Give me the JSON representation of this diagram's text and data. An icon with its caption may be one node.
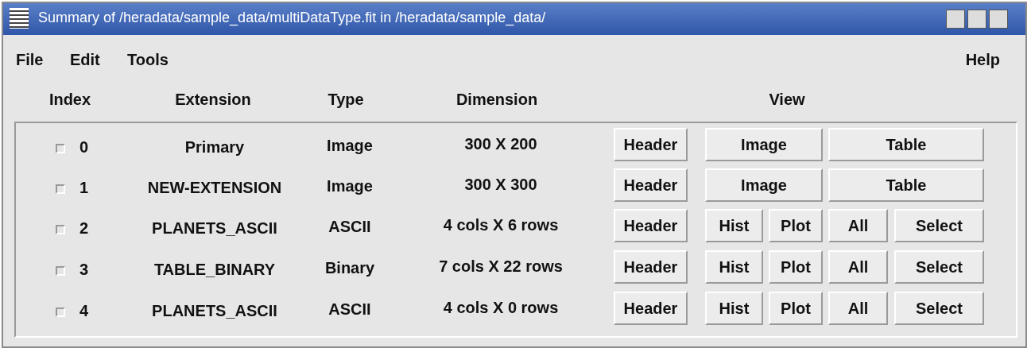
{
  "diagram": {
    "title": "Summary of /heradata/sample_data/multiDataType.fit in /heradata/sample_data/",
    "labels": [
      "File",
      "Edit",
      "Tools",
      "Help",
      "Index",
      "Extension",
      "Type",
      "Dimension",
      "View",
      "0",
      "Primary",
      "Image",
      "300 X 200",
      "Header",
      "Image",
      "Table",
      "1",
      "NEW-EXTENSION",
      "Image",
      "300 X 300",
      "Header",
      "Image",
      "Table",
      "2",
      "PLANETS_ASCII",
      "ASCII",
      "4 cols X 6 rows",
      "Header",
      "Hist",
      "Plot",
      "All",
      "Select",
      "3",
      "TABLE_BINARY",
      "Binary",
      "7 cols X 22 rows",
      "Header",
      "Hist",
      "Plot",
      "All",
      "Select",
      "4",
      "PLANETS_ASCII",
      "ASCII",
      "4 cols X 0 rows",
      "Header",
      "Hist",
      "Plot",
      "All",
      "Select"
    ]
  }
}
